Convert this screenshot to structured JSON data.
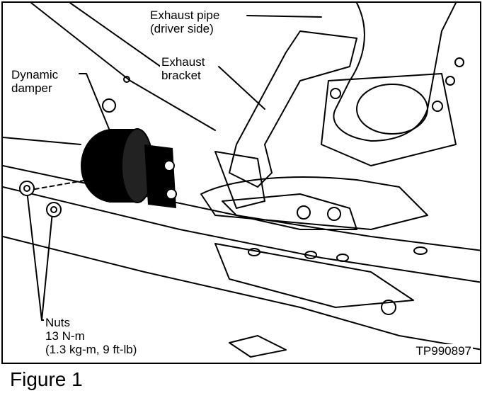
{
  "labels": {
    "exhaust_pipe_line1": "Exhaust pipe",
    "exhaust_pipe_line2": "(driver side)",
    "exhaust_bracket_line1": "Exhaust",
    "exhaust_bracket_line2": "bracket",
    "dynamic_damper_line1": "Dynamic",
    "dynamic_damper_line2": "damper",
    "nuts_line1": "Nuts",
    "nuts_line2": "13 N-m",
    "nuts_line3": "(1.3 kg-m, 9 ft-lb)"
  },
  "figure_code": "TP990897",
  "caption": "Figure 1"
}
